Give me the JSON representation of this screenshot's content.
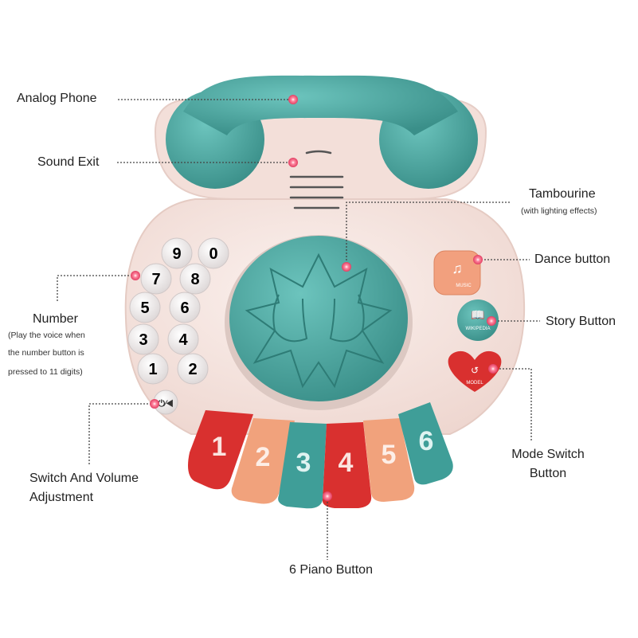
{
  "product": {
    "key_numbers": [
      "9",
      "0",
      "7",
      "8",
      "5",
      "6",
      "3",
      "4",
      "1",
      "2"
    ],
    "piano_digits": [
      "1",
      "2",
      "3",
      "4",
      "5",
      "6"
    ],
    "button_texts": {
      "music": "MUSIC",
      "wikipedia": "WIKIPEDIA",
      "model": "MODEL"
    }
  },
  "callouts": {
    "analog_phone": "Analog Phone",
    "sound_exit": "Sound Exit",
    "tambourine": "Tambourine",
    "tambourine_note": "(with lighting effects)",
    "dance_button": "Dance button",
    "story_button": "Story Button",
    "number": "Number",
    "number_note_1": "(Play the voice when",
    "number_note_2": "the number button is",
    "number_note_3": "pressed to 11 digits)",
    "switch_volume_1": "Switch And Volume",
    "switch_volume_2": "Adjustment",
    "mode_switch_1": "Mode Switch",
    "mode_switch_2": "Button",
    "piano": "6 Piano Button"
  },
  "colors": {
    "body": "#f6e7e2",
    "teal": "#3f9e98",
    "teal_light": "#5cb9b1",
    "red": "#d9302f",
    "salmon": "#eea07e",
    "orange": "#f1a27c",
    "marker": "#e8476a"
  }
}
